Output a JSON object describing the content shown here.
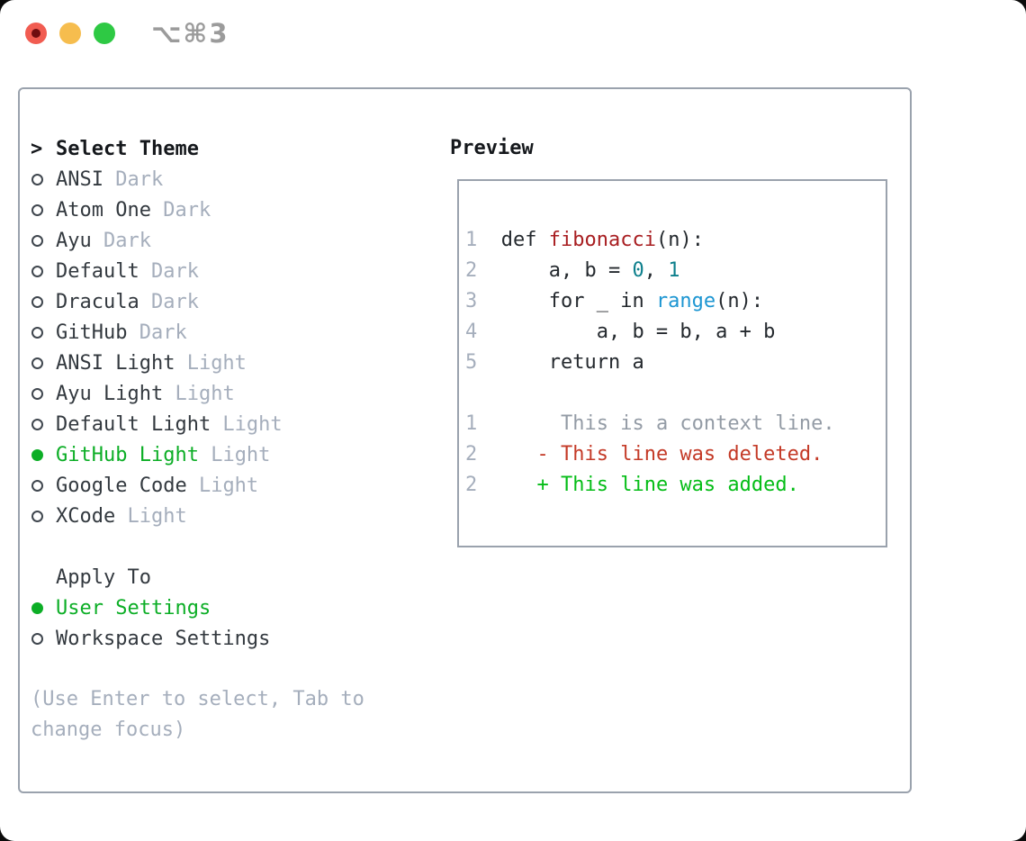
{
  "titlebar": {
    "title": "⌥⌘3",
    "buttons": [
      "close",
      "minimize",
      "zoom"
    ]
  },
  "theme_list": {
    "header": {
      "prompt": ">",
      "label": "Select Theme"
    },
    "items": [
      {
        "name": "ANSI",
        "variant": "Dark",
        "selected": false
      },
      {
        "name": "Atom One",
        "variant": "Dark",
        "selected": false
      },
      {
        "name": "Ayu",
        "variant": "Dark",
        "selected": false
      },
      {
        "name": "Default",
        "variant": "Dark",
        "selected": false
      },
      {
        "name": "Dracula",
        "variant": "Dark",
        "selected": false
      },
      {
        "name": "GitHub",
        "variant": "Dark",
        "selected": false
      },
      {
        "name": "ANSI Light",
        "variant": "Light",
        "selected": false
      },
      {
        "name": "Ayu Light",
        "variant": "Light",
        "selected": false
      },
      {
        "name": "Default Light",
        "variant": "Light",
        "selected": false
      },
      {
        "name": "GitHub Light",
        "variant": "Light",
        "selected": true
      },
      {
        "name": "Google Code",
        "variant": "Light",
        "selected": false
      },
      {
        "name": "XCode",
        "variant": "Light",
        "selected": false
      }
    ]
  },
  "apply_to": {
    "label": "Apply To",
    "options": [
      {
        "label": "User Settings",
        "selected": true
      },
      {
        "label": "Workspace Settings",
        "selected": false
      }
    ]
  },
  "help": {
    "lines": [
      "(Use Enter to select, Tab to",
      "change focus)"
    ]
  },
  "preview": {
    "heading": "Preview",
    "code_lines": [
      {
        "num": "1",
        "segments": [
          {
            "t": "def ",
            "c": "code"
          },
          {
            "t": "fibonacci",
            "c": "func"
          },
          {
            "t": "(n):",
            "c": "code"
          }
        ]
      },
      {
        "num": "2",
        "segments": [
          {
            "t": "    a, b = ",
            "c": "code"
          },
          {
            "t": "0",
            "c": "num"
          },
          {
            "t": ", ",
            "c": "code"
          },
          {
            "t": "1",
            "c": "num"
          }
        ]
      },
      {
        "num": "3",
        "segments": [
          {
            "t": "    for _ in ",
            "c": "code"
          },
          {
            "t": "range",
            "c": "builtin"
          },
          {
            "t": "(n):",
            "c": "code"
          }
        ]
      },
      {
        "num": "4",
        "segments": [
          {
            "t": "        a, b = b, a + b",
            "c": "code"
          }
        ]
      },
      {
        "num": "5",
        "segments": [
          {
            "t": "    return a",
            "c": "code"
          }
        ]
      }
    ],
    "diff_lines": [
      {
        "num": "1",
        "marker": " ",
        "marker_color": "context",
        "segments": [
          {
            "t": "This is a context line.",
            "c": "context"
          }
        ]
      },
      {
        "num": "2",
        "marker": "-",
        "marker_color": "deleted",
        "segments": [
          {
            "t": "This line was deleted.",
            "c": "deleted"
          }
        ]
      },
      {
        "num": "2",
        "marker": "+",
        "marker_color": "added",
        "segments": [
          {
            "t": "This line was added.",
            "c": "added"
          }
        ]
      }
    ]
  },
  "colors": {
    "panel_border": "#9aa2ad",
    "heading_text": "#15181c",
    "list_text": "#33393f",
    "muted_text": "#a5aebc",
    "green": "#0cae26",
    "diff_green": "#05bd17",
    "diff_red": "#c43a27",
    "func_red": "#a81e21",
    "builtin_blue": "#1d96d2",
    "number_teal": "#0d7f8c",
    "code_text": "#24292e",
    "context_gray": "#939ba5",
    "gutter_gray": "#a5aebc",
    "radio_ring": "#3f464e",
    "title_gray": "#9b9b9b",
    "traffic_red": "#f15c51",
    "traffic_red_dot": "#6f0d10",
    "traffic_yellow": "#f6bd4e",
    "traffic_green": "#2ec944"
  }
}
